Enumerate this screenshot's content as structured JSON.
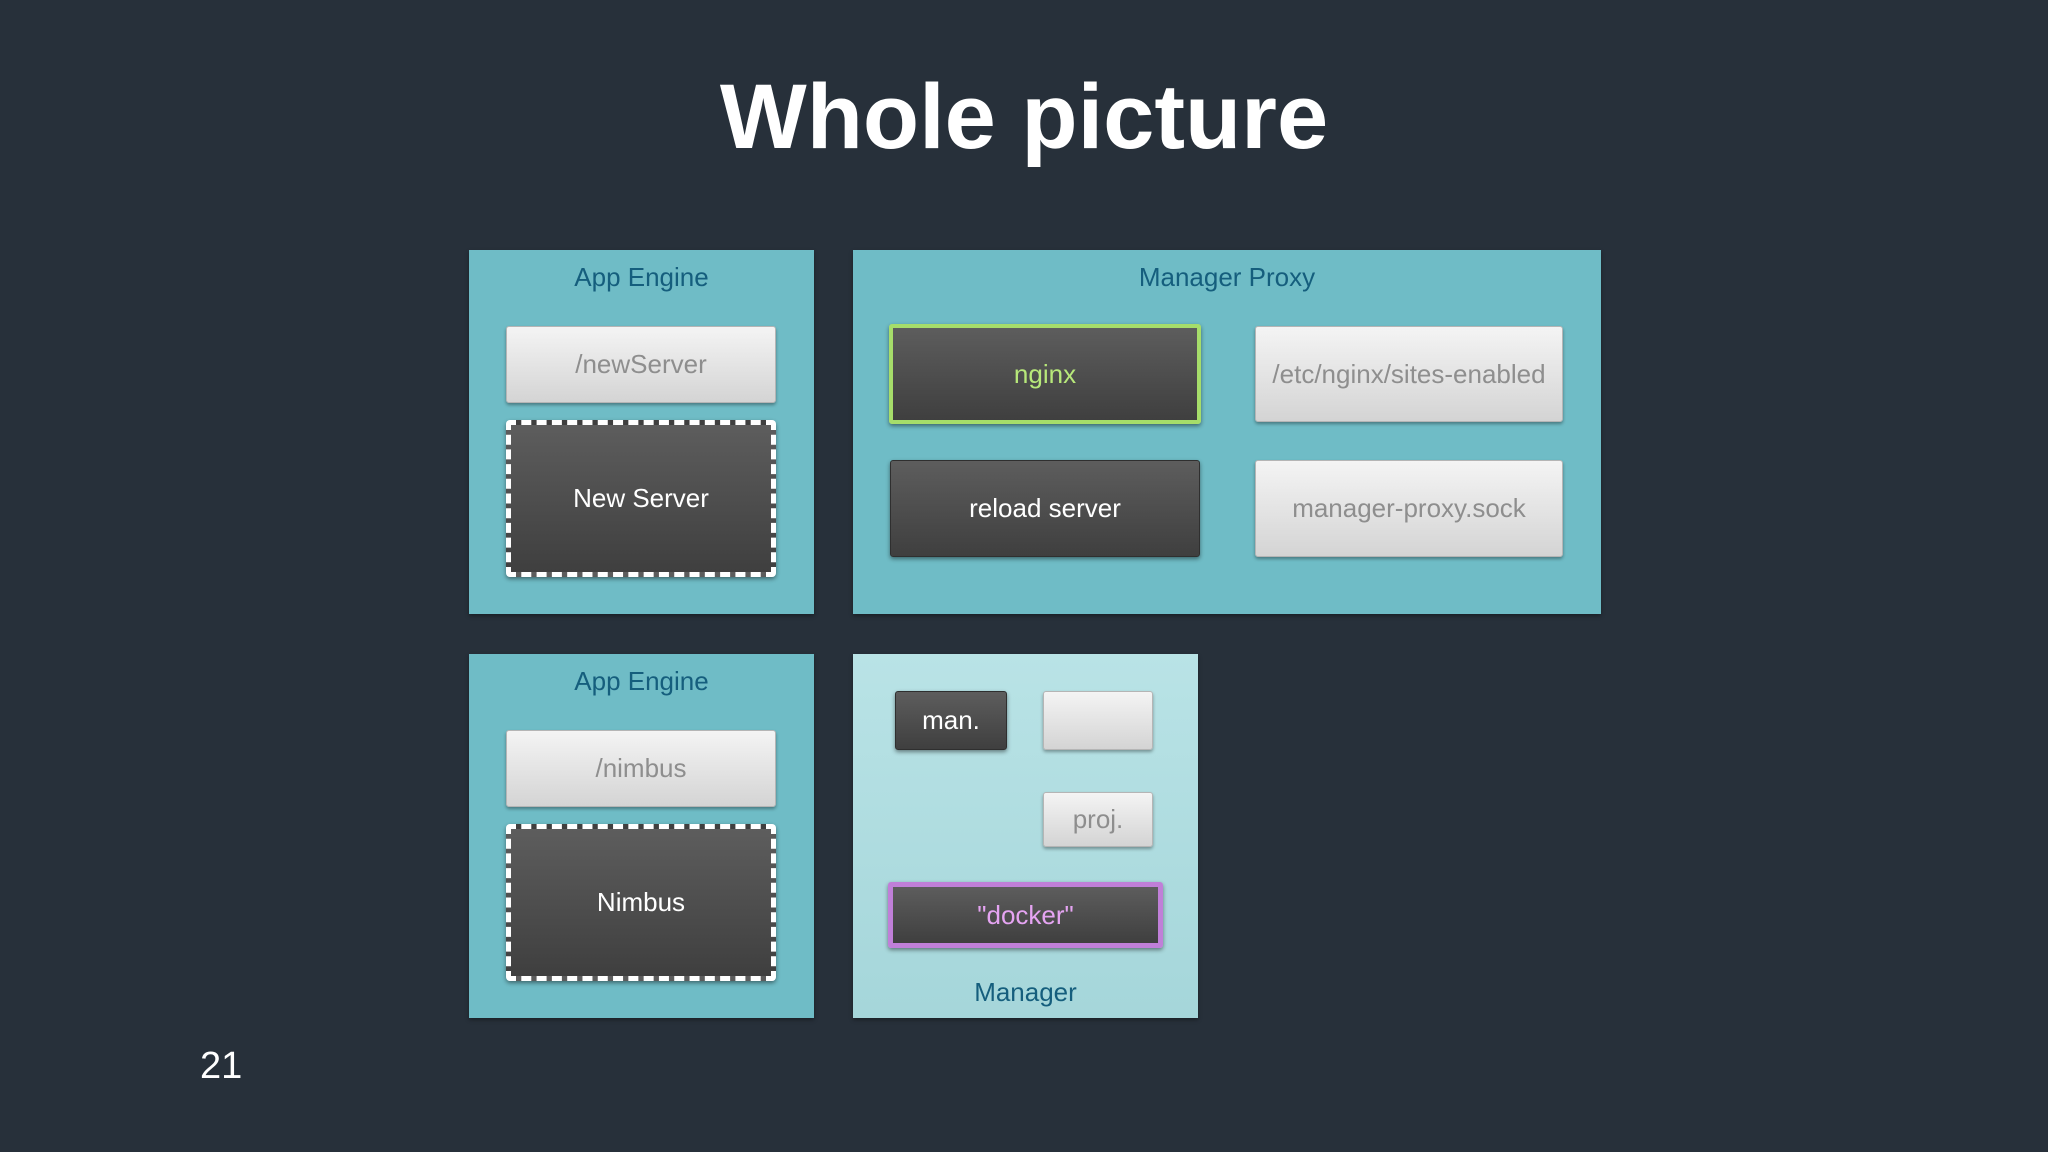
{
  "slide": {
    "title": "Whole picture",
    "page_number": "21"
  },
  "panels": {
    "app_engine_top": {
      "label": "App Engine",
      "endpoint": "/newServer",
      "component": "New Server"
    },
    "manager_proxy": {
      "label": "Manager Proxy",
      "nginx": "nginx",
      "sites_enabled": "/etc/nginx/sites-enabled",
      "reload": "reload server",
      "sock": "manager-proxy.sock"
    },
    "app_engine_bottom": {
      "label": "App Engine",
      "endpoint": "/nimbus",
      "component": "Nimbus"
    },
    "manager": {
      "label": "Manager",
      "man": "man.",
      "blank": "",
      "proj": "proj.",
      "docker": "\"docker\""
    }
  },
  "colors": {
    "background": "#27303a",
    "panel": "#6fbcc6",
    "panel_label": "#155e7d",
    "nginx_border": "#a6dd6a",
    "docker_border": "#c07fd8"
  }
}
